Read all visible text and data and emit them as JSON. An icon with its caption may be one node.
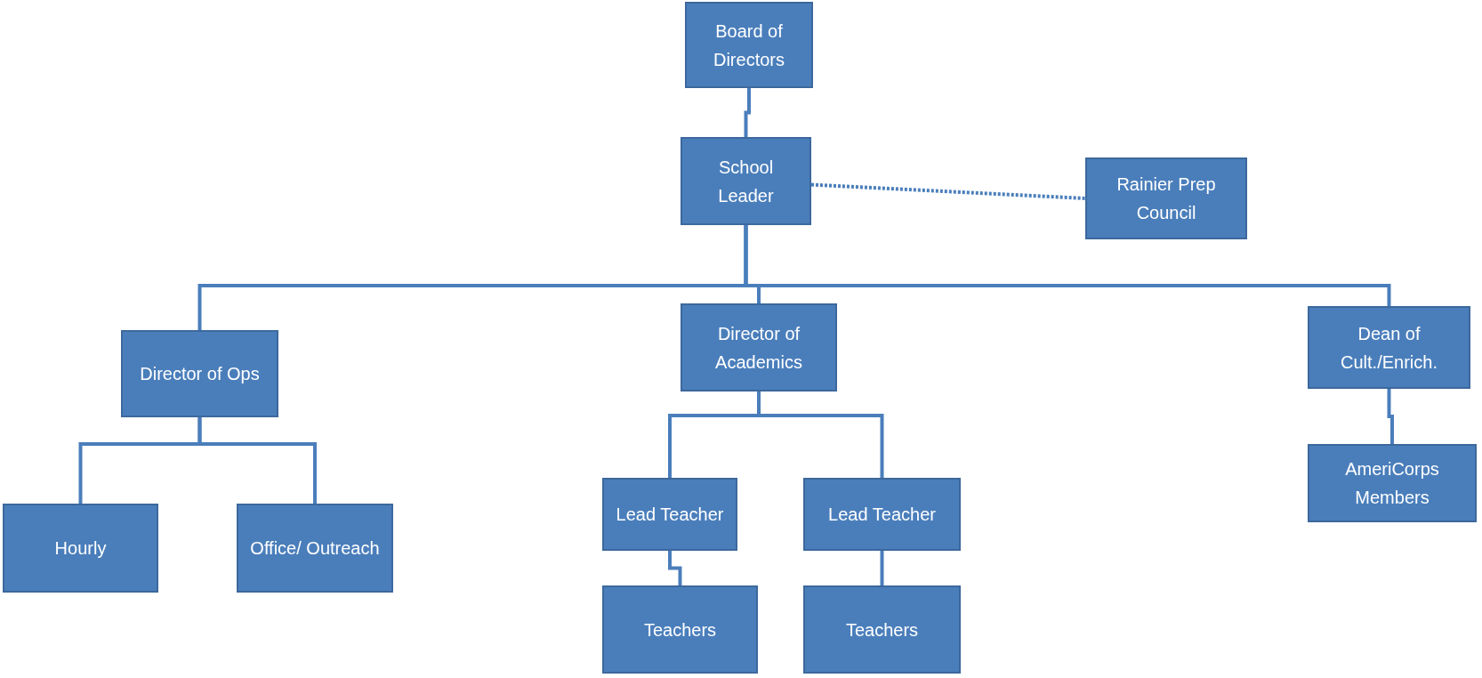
{
  "diagram": {
    "nodes": [
      {
        "text": [
          "Board of Directors"
        ]
      },
      {
        "text": [
          "School Leader"
        ]
      },
      {
        "text": [
          "Rainier Prep Council"
        ]
      },
      {
        "text": [
          "Director of Ops"
        ]
      },
      {
        "text": [
          "Director of Academics"
        ]
      },
      {
        "text": [
          "Dean of Cult./Enrich."
        ]
      },
      {
        "text": [
          "Hourly"
        ]
      },
      {
        "text": [
          "Office/ Outreach"
        ]
      },
      {
        "text": [
          "Lead Teacher"
        ]
      },
      {
        "text": [
          "Lead Teacher"
        ]
      },
      {
        "text": [
          "Teachers"
        ]
      },
      {
        "text": [
          "Teachers"
        ]
      },
      {
        "text": [
          "AmeriCorps Members"
        ]
      }
    ],
    "edges": [
      {
        "from": 0,
        "to": 1,
        "arrow": "none"
      },
      {
        "from": 1,
        "to": 2,
        "arrow": "none",
        "style": "dashed"
      },
      {
        "from": 1,
        "to": 3,
        "arrow": "none"
      },
      {
        "from": 1,
        "to": 4,
        "arrow": "none"
      },
      {
        "from": 1,
        "to": 5,
        "arrow": "none"
      },
      {
        "from": 3,
        "to": 6,
        "arrow": "none"
      },
      {
        "from": 3,
        "to": 7,
        "arrow": "none"
      },
      {
        "from": 4,
        "to": 8,
        "arrow": "none"
      },
      {
        "from": 4,
        "to": 9,
        "arrow": "none"
      },
      {
        "from": 8,
        "to": 10,
        "arrow": "none"
      },
      {
        "from": 9,
        "to": 11,
        "arrow": "none"
      },
      {
        "from": 5,
        "to": 12,
        "arrow": "none"
      }
    ]
  }
}
